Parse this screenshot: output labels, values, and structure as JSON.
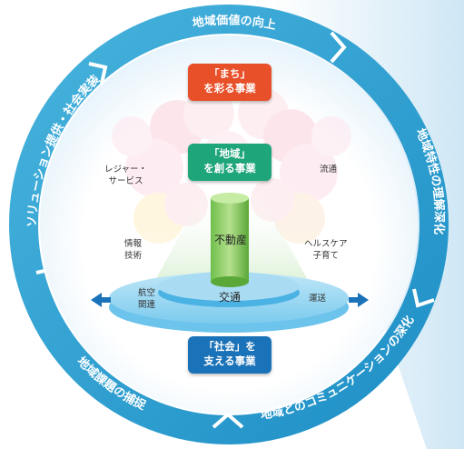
{
  "ring": {
    "arc_top": "地域価値の向上",
    "arc_right": "地域特性の理解深化",
    "arc_bottom_right": "地域とのコミュニケーションの深化",
    "arc_bottom_left": "地域課題の捕捉",
    "arc_left": "ソリューション提供・社会実装"
  },
  "boxes": {
    "machi": {
      "line1": "「まち」",
      "line2": "を彩る事業",
      "color": "#e8502a"
    },
    "chiiki": {
      "line1": "「地域」",
      "line2": "を創る事業",
      "color": "#1fa57a"
    },
    "shakai": {
      "line1": "「社会」を",
      "line2": "支える事業",
      "color": "#1a72b8"
    }
  },
  "labels": {
    "leisure": [
      "レジャー・",
      "サービス"
    ],
    "ryutsu": "流通",
    "joho": [
      "情報",
      "技術"
    ],
    "health": [
      "ヘルスケア",
      "子育て"
    ],
    "koku": [
      "航空",
      "関連"
    ],
    "unso": "運送",
    "fudosan": "不動産",
    "kotsu": "交通"
  },
  "colors": {
    "ring_dark": "#1b8fcb",
    "ring_light": "#5fc2e4",
    "accent_blue": "#1a72b8"
  }
}
